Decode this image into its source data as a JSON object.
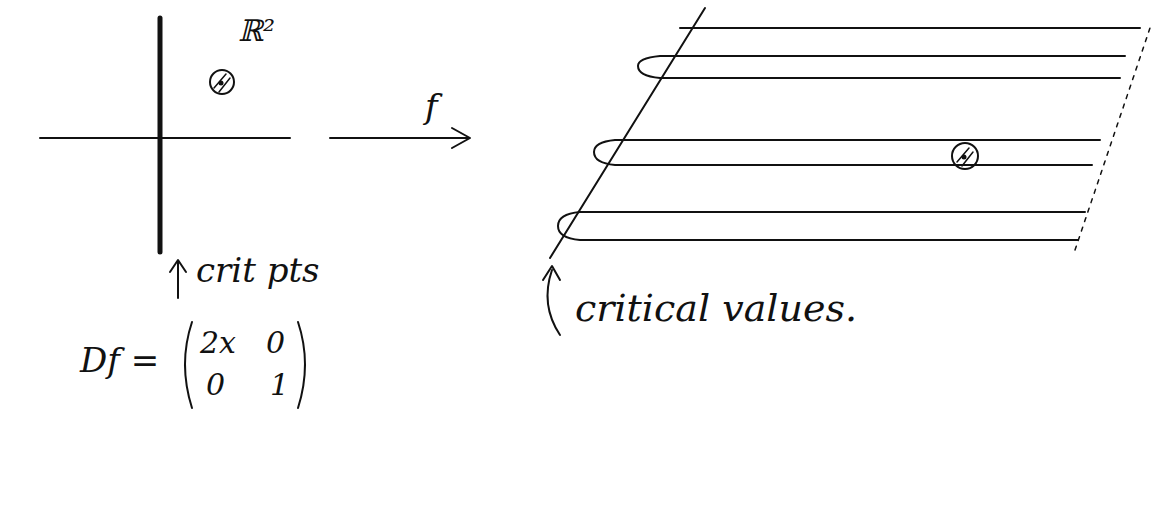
{
  "diagram": {
    "labels": [
      "ℝ²",
      "f",
      "crit pts",
      "Df =",
      "2x",
      "0",
      "0",
      "1",
      "critical values."
    ]
  }
}
